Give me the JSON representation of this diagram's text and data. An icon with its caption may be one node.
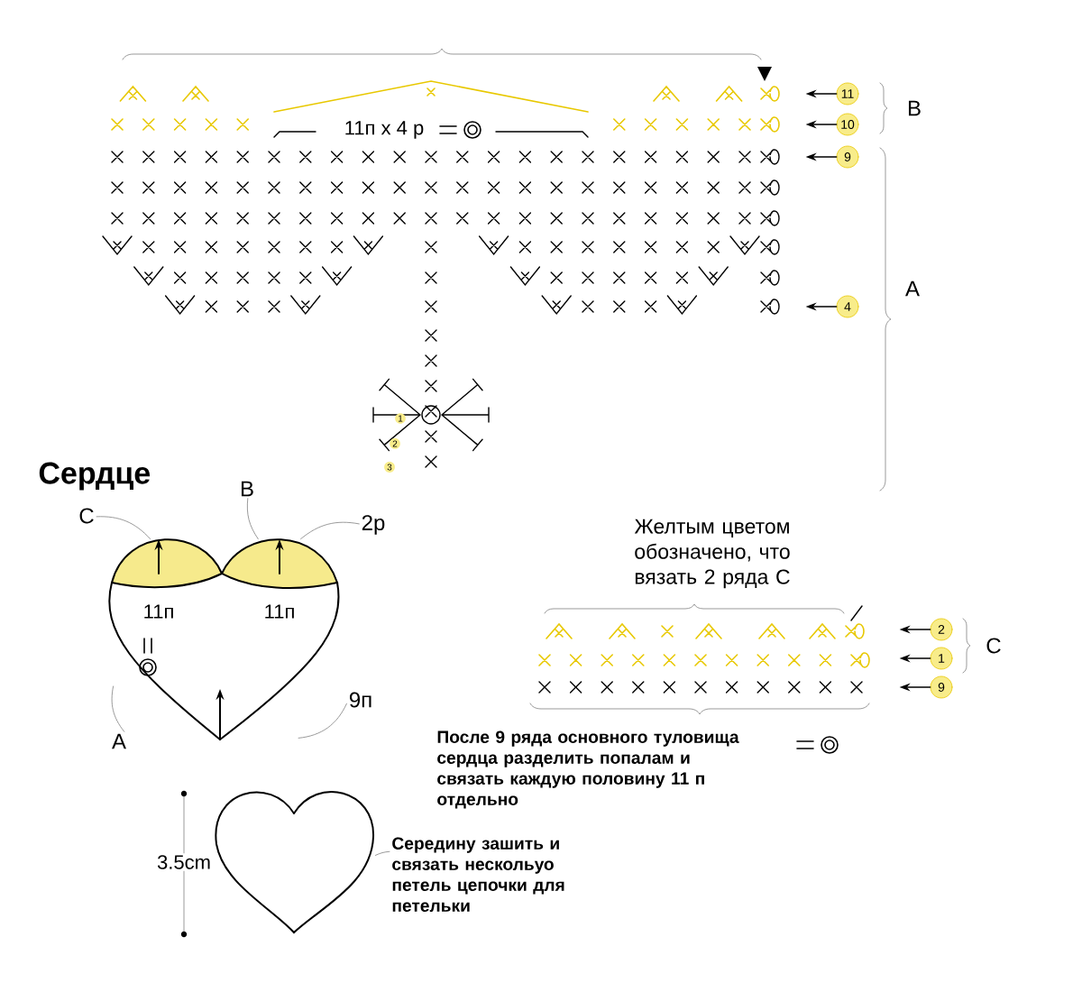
{
  "diagram": {
    "title": "Сердце",
    "nodes": [
      {
        "text": [
          "11"
        ]
      },
      {
        "text": [
          "10"
        ]
      },
      {
        "text": [
          "9"
        ]
      },
      {
        "text": [
          "4"
        ]
      },
      {
        "text": [
          "2"
        ]
      },
      {
        "text": [
          "1"
        ]
      },
      {
        "text": [
          "9"
        ]
      },
      {
        "text": [
          "C"
        ]
      },
      {
        "text": [
          "B"
        ]
      },
      {
        "text": [
          "2р"
        ]
      },
      {
        "text": [
          "9п"
        ]
      },
      {
        "text": [
          "A"
        ]
      },
      {
        "text": [],
        "shape": "heart"
      },
      {
        "text": [],
        "shape": "lobe"
      },
      {
        "text": [],
        "shape": "lobe"
      },
      {
        "text": [],
        "shape": "heart"
      },
      {
        "text": [
          "Середину зашить и связать нескольуо петель цепочки для петельки"
        ]
      }
    ],
    "edges": [
      {
        "from": 0,
        "to": null,
        "arrow": "to"
      },
      {
        "from": 1,
        "to": null,
        "arrow": "to"
      },
      {
        "from": 2,
        "to": null,
        "arrow": "to"
      },
      {
        "from": 3,
        "to": null,
        "arrow": "to"
      },
      {
        "from": 4,
        "to": null,
        "arrow": "to"
      },
      {
        "from": 5,
        "to": null,
        "arrow": "to"
      },
      {
        "from": 6,
        "to": null,
        "arrow": "to"
      },
      {
        "from": 7,
        "to": 13,
        "arrow": "none",
        "color": "#808080"
      },
      {
        "from": 8,
        "to": 14,
        "arrow": "none",
        "color": "#808080"
      },
      {
        "from": 9,
        "to": 14,
        "arrow": "none",
        "color": "#808080"
      },
      {
        "from": 10,
        "to": 12,
        "arrow": "none",
        "color": "#808080"
      },
      {
        "from": 11,
        "to": 12,
        "arrow": "none",
        "color": "#808080"
      },
      {
        "from": 16,
        "to": 15,
        "arrow": "none",
        "color": "#808080"
      }
    ],
    "labels": [
      "11п x 4 р",
      "B",
      "A",
      "1",
      "2",
      "3",
      "11п",
      "11п",
      "Желтым цветом обозначено, что вязать 2 ряда С",
      "C",
      "После 9 ряда основного туловища сердца разделить попалам и связать каждую половину 11 п отдельно",
      "3.5cm"
    ]
  }
}
